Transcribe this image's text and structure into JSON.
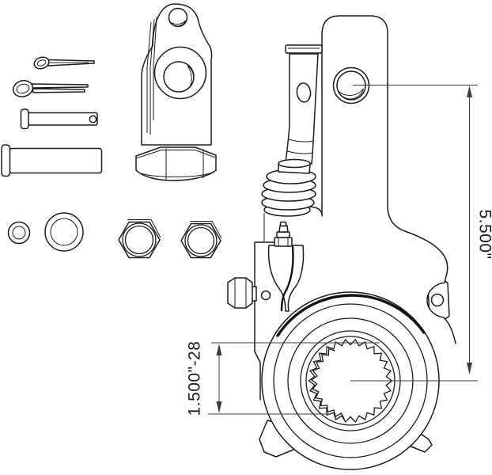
{
  "page": {
    "background_color": "#ffffff",
    "line_color": "#1b1b1b",
    "dimension_color": "#3c3c3c"
  },
  "diagram": {
    "kind": "technical-line-drawing",
    "subject": "slack-adjuster-with-clevis-kit"
  },
  "dimensions": {
    "arm_length": {
      "label": "5.500\""
    },
    "spline_bore": {
      "label": "1.500\"-28"
    }
  },
  "parts": [
    "cotter-pin-small",
    "cotter-pin-large",
    "clevis-pin-small",
    "clevis-pin-large",
    "washer-small",
    "washer-large",
    "hex-nut-left",
    "hex-nut-right",
    "clevis-yoke",
    "adjuster-arm",
    "arm-clevis-hole",
    "pushrod-with-boot",
    "grease-fitting",
    "pawl-cover",
    "manual-adjuster-hex-bolt",
    "mount-ear",
    "gear-housing",
    "splined-bore"
  ]
}
